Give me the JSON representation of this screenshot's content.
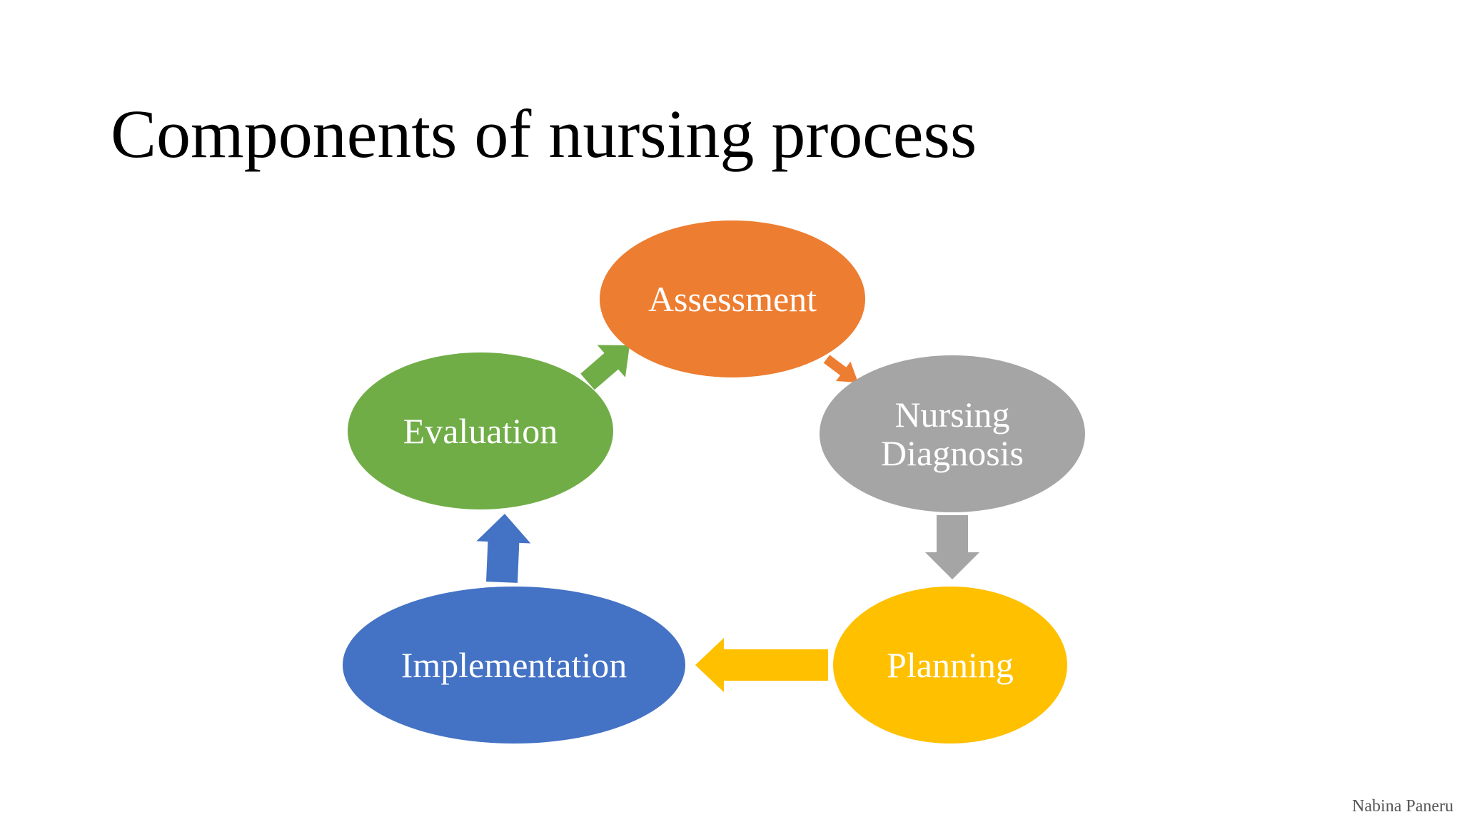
{
  "slide": {
    "title": "Components of nursing process",
    "author": "Nabina Paneru"
  },
  "cycle": {
    "nodes": [
      {
        "id": "assessment",
        "lines": [
          "Assessment"
        ],
        "color": "#ED7D31"
      },
      {
        "id": "nursing-diagnosis",
        "lines": [
          "Nursing",
          "Diagnosis"
        ],
        "color": "#A5A5A5"
      },
      {
        "id": "planning",
        "lines": [
          "Planning"
        ],
        "color": "#FFC000"
      },
      {
        "id": "implementation",
        "lines": [
          "Implementation"
        ],
        "color": "#4472C4"
      },
      {
        "id": "evaluation",
        "lines": [
          "Evaluation"
        ],
        "color": "#70AD47"
      }
    ],
    "arrows": [
      {
        "from": "assessment",
        "to": "nursing-diagnosis",
        "color": "#ED7D31"
      },
      {
        "from": "nursing-diagnosis",
        "to": "planning",
        "color": "#A5A5A5"
      },
      {
        "from": "planning",
        "to": "implementation",
        "color": "#FFC000"
      },
      {
        "from": "implementation",
        "to": "evaluation",
        "color": "#4472C4"
      },
      {
        "from": "evaluation",
        "to": "assessment",
        "color": "#70AD47"
      }
    ]
  }
}
